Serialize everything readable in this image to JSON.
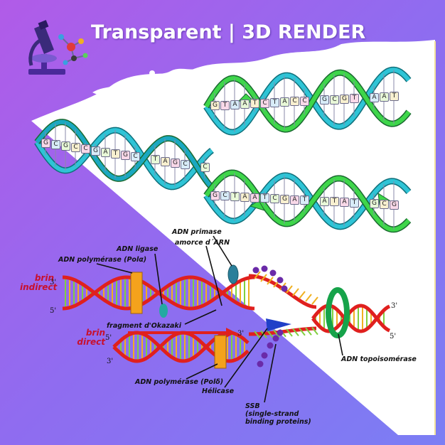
{
  "header": {
    "title": "Transparent | 3D RENDER"
  },
  "colors": {
    "background": "#8f6cf0",
    "white_panel": "#ffffff",
    "helix_teal": "#2ec4d6",
    "helix_green": "#3ed64a",
    "strand_red": "#e0201e",
    "rung_yellow": "#f0b020",
    "rung_green": "#80d040",
    "polymerase": "#f4a21c",
    "primase": "#2a7f9a",
    "ligase": "#23a9a2",
    "helicase": "#2040c8",
    "ssb": "#6a2aa8",
    "topoisomerase": "#16a34a"
  },
  "icons": {
    "logo": "microscope-molecule-icon"
  },
  "upper_helix": {
    "bases": [
      "G",
      "C",
      "G",
      "C",
      "C",
      "G",
      "A",
      "T",
      "G",
      "C",
      "T",
      "A",
      "G",
      "C",
      "C",
      "G",
      "T",
      "A",
      "A",
      "T",
      "C",
      "T",
      "A",
      "C",
      "C",
      "G",
      "C",
      "G",
      "T",
      "A",
      "A",
      "T",
      "G",
      "C",
      "T",
      "A",
      "A",
      "T",
      "C",
      "G",
      "A",
      "T",
      "A",
      "T",
      "A",
      "T",
      "G",
      "C",
      "G",
      "C",
      "A",
      "T",
      "C",
      "G"
    ]
  },
  "labels": {
    "adn_primase": "ADN primase",
    "amorce_arn": "amorce d´ARN",
    "adn_ligase": "ADN ligase",
    "adn_polymerase_alpha": "ADN polymérase (Polα)",
    "fragment_okazaki": "fragment d'Okazaki",
    "adn_polymerase_delta": "ADN polymérase (Polδ)",
    "helicase": "Hélicase",
    "ssb": "SSB",
    "ssb_full_line1": "(single-strand",
    "ssb_full_line2": "binding proteins)",
    "adn_topoisomerase": "ADN topoisomérase",
    "brin_indirect_line1": "brin",
    "brin_indirect_line2": "indirect",
    "brin_direct_line1": "brin",
    "brin_direct_line2": "direct"
  },
  "strand_ends": {
    "indirect_top": "3'",
    "indirect_bottom": "5'",
    "direct_top": "5'",
    "direct_bottom": "3'",
    "direct_arrow_end": "3'",
    "right_top": "3'",
    "right_bottom": "5'"
  }
}
